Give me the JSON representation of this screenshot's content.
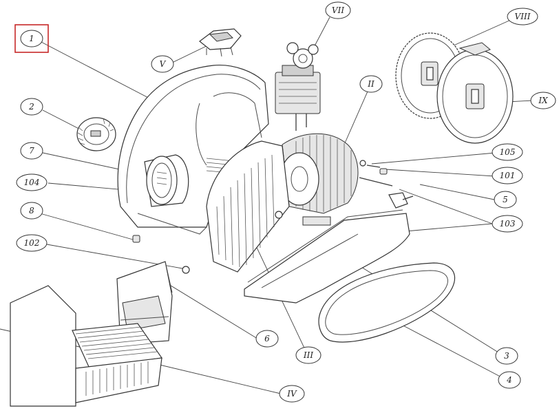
{
  "labels": {
    "l1": "1",
    "l2": "2",
    "l7": "7",
    "l104": "104",
    "l8": "8",
    "l102": "102",
    "lV": "V",
    "lVII": "VII",
    "lVIII": "VIII",
    "lII": "II",
    "lIX": "IX",
    "l105": "105",
    "l101": "101",
    "l5": "5",
    "l103": "103",
    "l6": "6",
    "lIII": "III",
    "l3": "3",
    "l4": "4",
    "lIV": "IV"
  },
  "colors": {
    "highlight_box": "#c62828",
    "line": "#333333"
  }
}
